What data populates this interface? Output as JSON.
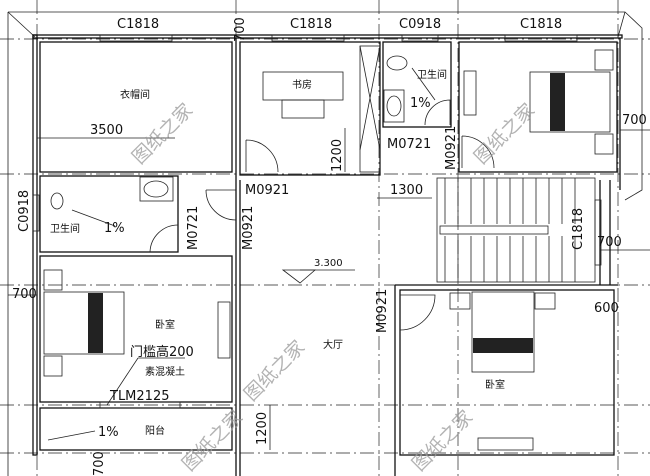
{
  "windows": {
    "top_left": "C1818",
    "top_study": "C1818",
    "top_bath": "C0918",
    "top_right": "C1818",
    "left_bath": "C0918",
    "stair_right": "C1818"
  },
  "doors": {
    "wardrobe_to_hall": "M0921",
    "hall_left_bedroom": "M0921",
    "left_bath": "M0721",
    "right_bath": "M0721",
    "right_bedroom": "M0921",
    "bottom_bedroom": "M0921",
    "balcony_door": "TLM2125"
  },
  "dimensions": {
    "top_overhang": "700",
    "wardrobe_width": "3500",
    "study_depth": "1200",
    "stair_offset": "1300",
    "right_overhang_top": "700",
    "right_overhang_mid": "700",
    "right_overhang_bottom": "600",
    "left_overhang": "700",
    "balcony_depth": "1200",
    "bottom_overhang": "700"
  },
  "rooms": {
    "wardrobe": "衣帽间",
    "study": "书房",
    "bath_left": "卫生间",
    "bath_right": "卫生间",
    "bedroom_left": "卧室",
    "bedroom_bottom_right": "卧室",
    "hall": "大厅",
    "balcony": "阳台"
  },
  "slopes": {
    "bath_left": "1%",
    "bath_right": "1%",
    "balcony": "1%"
  },
  "notes": {
    "sill_height": "门槛高200",
    "material": "素混凝土",
    "elevation": "3.300"
  },
  "watermark": "图纸之家"
}
